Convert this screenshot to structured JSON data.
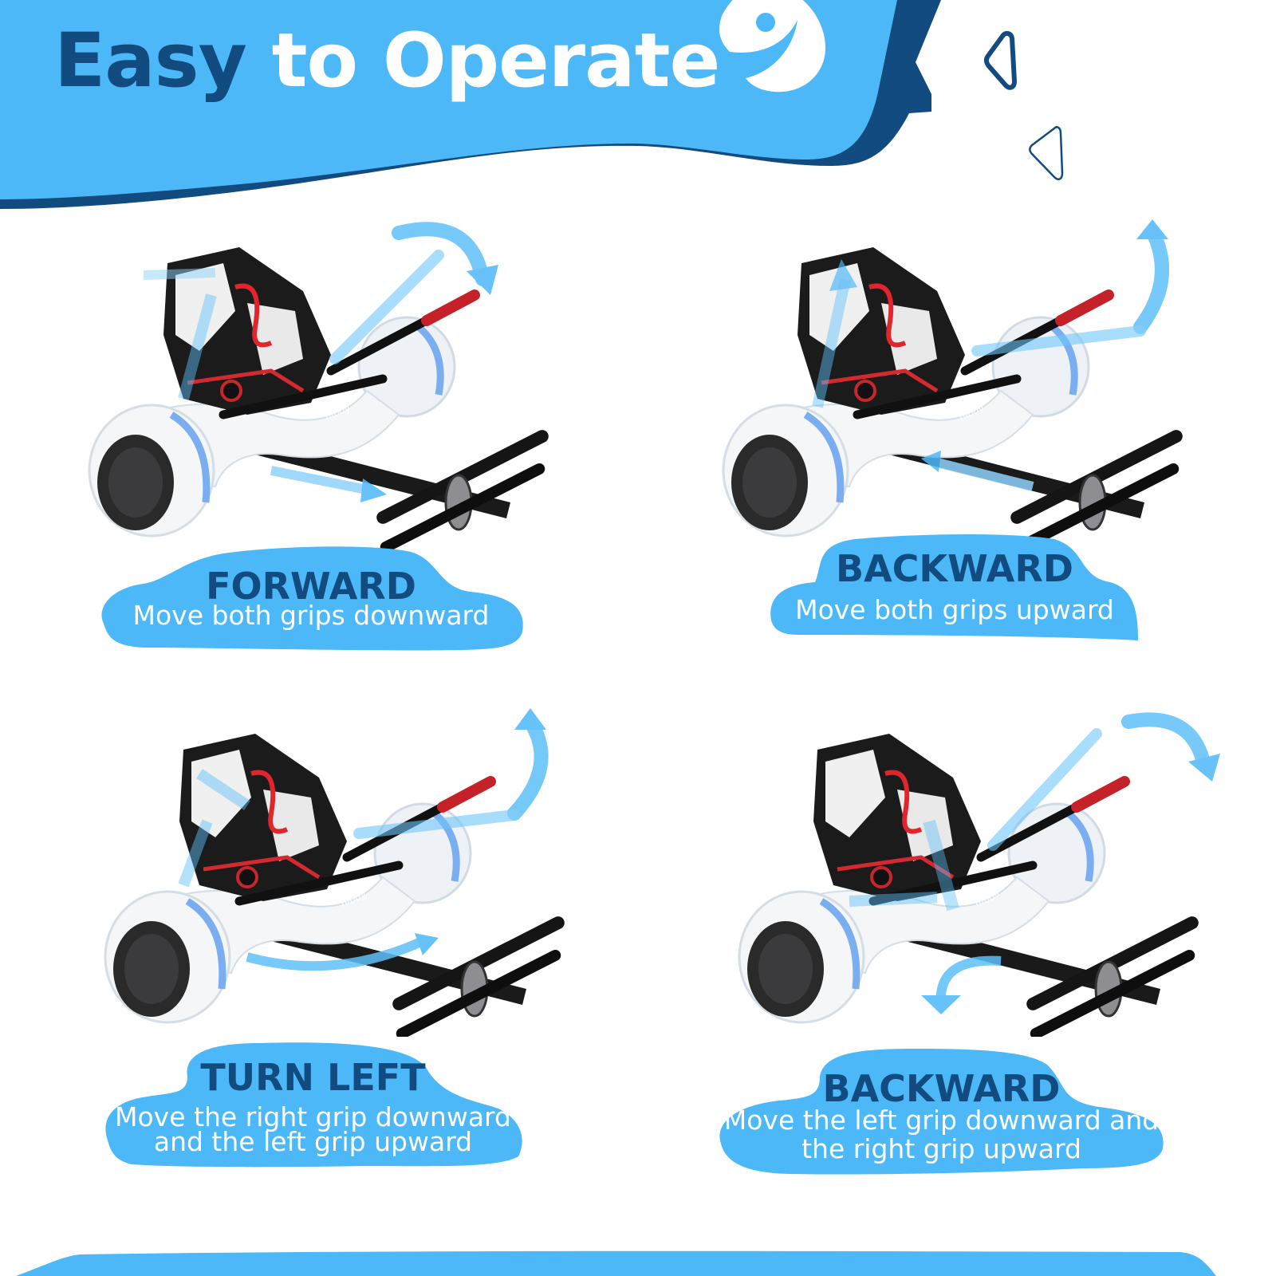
{
  "header": {
    "title_part1": "Easy",
    "title_part2": "to Operate",
    "colors": {
      "light_blue": "#4db8f8",
      "navy": "#124b80",
      "white": "#ffffff"
    }
  },
  "logo": {
    "icon": "brand-logo-icon"
  },
  "decorations": [
    {
      "icon": "triangle-outline-icon",
      "style": "thick"
    },
    {
      "icon": "triangle-outline-icon",
      "style": "thin"
    }
  ],
  "panels": [
    {
      "id": "forward",
      "title": "FORWARD",
      "lines": [
        "Move both grips downward"
      ],
      "brand": "hiboy",
      "arrows": [
        "curved-arrow-down-icon",
        "straight-arrow-right-icon"
      ]
    },
    {
      "id": "backward",
      "title": "BACKWARD",
      "lines": [
        "Move both grips upward"
      ],
      "brand": "hiboy",
      "arrows": [
        "curved-arrow-up-icon",
        "straight-arrow-left-icon"
      ]
    },
    {
      "id": "turn-left",
      "title": "TURN LEFT",
      "lines": [
        "Move the right grip downward",
        "and the left grip upward"
      ],
      "brand": "hiboy",
      "arrows": [
        "curved-arrow-up-icon",
        "curved-arrow-right-icon"
      ]
    },
    {
      "id": "turn-right",
      "title": "BACKWARD",
      "lines": [
        "Move the left grip downward and",
        "the right grip upward"
      ],
      "brand": "hiboy",
      "arrows": [
        "curved-arrow-down-icon",
        "curved-arrow-down-left-icon"
      ]
    }
  ]
}
